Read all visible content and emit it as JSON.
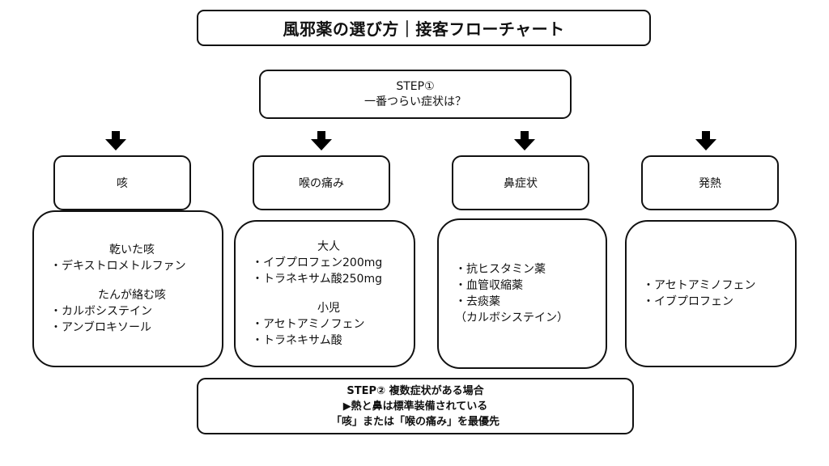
{
  "title": "風邪薬の選び方｜接客フローチャート",
  "step1": {
    "label": "STEP①",
    "question": "一番つらい症状は？"
  },
  "categories": [
    {
      "name": "咳",
      "groups": [
        {
          "header": "乾いた咳",
          "items": [
            "・デキストロメトルファン"
          ]
        },
        {
          "header": "たんが絡む咳",
          "items": [
            "・カルボシステイン",
            "・アンブロキソール"
          ]
        }
      ]
    },
    {
      "name": "喉の痛み",
      "groups": [
        {
          "header": "大人",
          "items": [
            "・イブプロフェン200mg",
            "・トラネキサム酸250mg"
          ]
        },
        {
          "header": "小児",
          "items": [
            "・アセトアミノフェン",
            "・トラネキサム酸"
          ]
        }
      ]
    },
    {
      "name": "鼻症状",
      "groups": [
        {
          "items": [
            "・抗ヒスタミン薬",
            "・血管収縮薬",
            "・去痰薬",
            "（カルボシステイン）"
          ]
        }
      ]
    },
    {
      "name": "発熱",
      "groups": [
        {
          "items": [
            "・アセトアミノフェン",
            "・イブプロフェン"
          ]
        }
      ]
    }
  ],
  "step2": {
    "line1": "STEP② 複数症状がある場合",
    "line2": "▶熱と鼻は標準装備されている",
    "line3": "「咳」または「喉の痛み」を最優先"
  },
  "colors": {
    "border": "#111111",
    "arrow": "#000000",
    "background": "#ffffff"
  }
}
